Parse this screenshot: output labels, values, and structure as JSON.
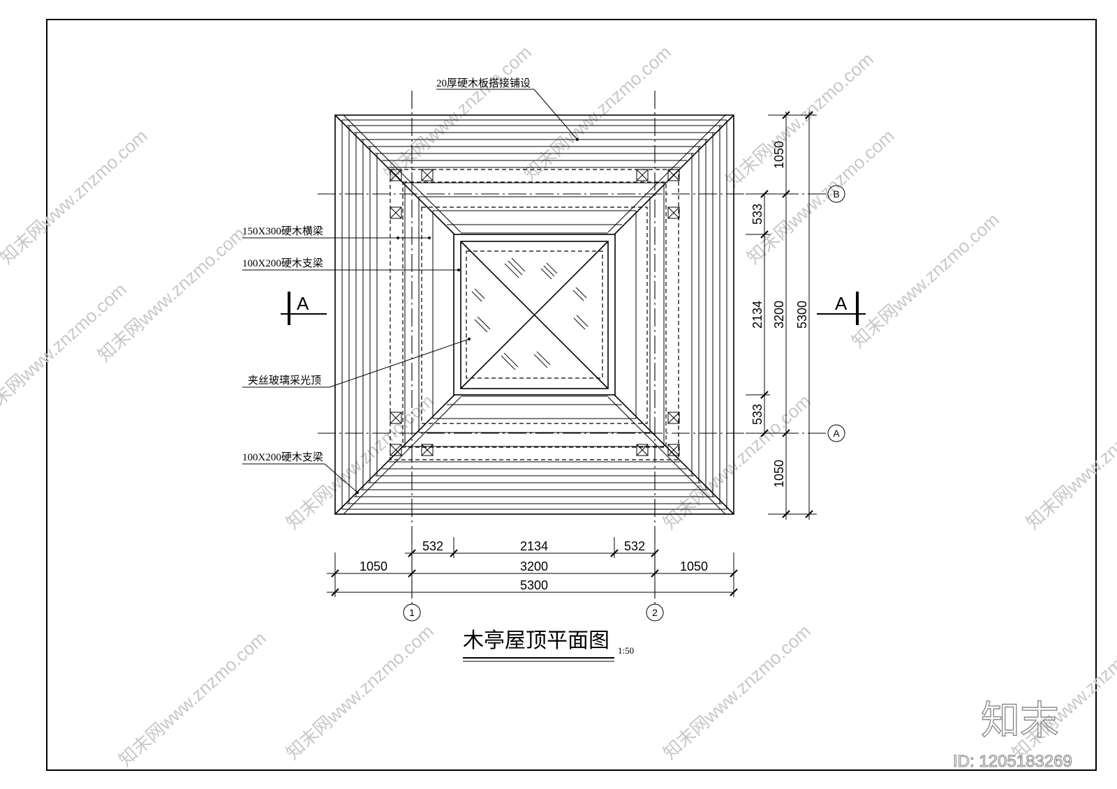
{
  "drawing": {
    "title": "木亭屋顶平面图",
    "scale": "1:50"
  },
  "labels": {
    "top_note": "20厚硬木板搭接铺设",
    "crossbeam": "150X300硬木横梁",
    "support_beam_upper": "100X200硬木支梁",
    "glass_skylight": "夹丝玻璃采光顶",
    "support_beam_lower": "100X200硬木支梁"
  },
  "dimensions": {
    "bottom_row1": [
      "532",
      "2134",
      "532"
    ],
    "bottom_row2": [
      "1050",
      "3200",
      "1050"
    ],
    "bottom_row3": "5300",
    "right_col1": [
      "1050",
      "533",
      "2134",
      "533",
      "1050"
    ],
    "right_col2": "3200",
    "right_col3": "5300"
  },
  "grid_axes": {
    "col_1": "1",
    "col_2": "2",
    "row_b": "B",
    "row_a": "A"
  },
  "section_marks": {
    "left": "A",
    "right": "A"
  },
  "watermark": {
    "text": "知末网www.znzmo.com",
    "brand": "知末",
    "id": "ID: 1205183269"
  }
}
